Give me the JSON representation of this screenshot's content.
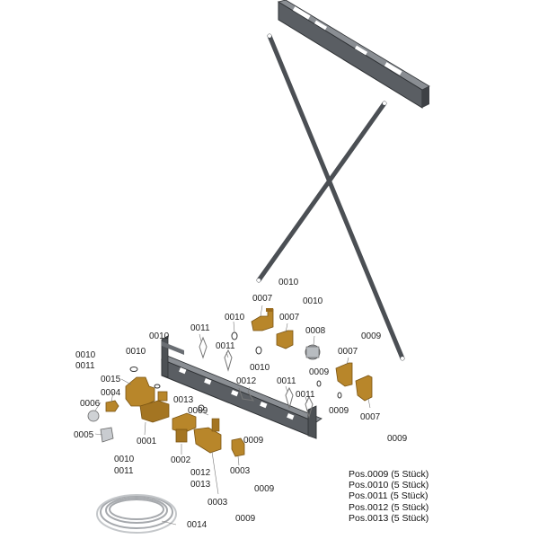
{
  "callouts": {
    "c1": "0010",
    "c2": "0007",
    "c3": "0010",
    "c4": "0011",
    "c5": "0010",
    "c6": "0007",
    "c7": "0008",
    "c8": "0009",
    "c9": "0010",
    "c10": "0010",
    "c11": "0011",
    "c12": "0010",
    "c13": "0011",
    "c14": "0010",
    "c15": "0009",
    "c16": "0007",
    "c17": "0012",
    "c18": "0011",
    "c19": "0011",
    "c20": "0015",
    "c21": "0004",
    "c22": "0013",
    "c23": "0009",
    "c24": "0009",
    "c25": "0007",
    "c26": "0006",
    "c27": "0001",
    "c28": "0005",
    "c29": "0009",
    "c30": "0002",
    "c31": "0003",
    "c32": "0010",
    "c33": "0011",
    "c34": "0012",
    "c35": "0013",
    "c36": "0009",
    "c37": "0003",
    "c38": "0014",
    "c39": "0009"
  },
  "legend": [
    "Pos.0009 (5 Stück)",
    "Pos.0010 (5 Stück)",
    "Pos.0011 (5 Stück)",
    "Pos.0012 (5 Stück)",
    "Pos.0013 (5 Stück)"
  ],
  "colors": {
    "steel": "#55595e",
    "steel_dark": "#3a3d41",
    "brass": "#b8862a",
    "brass_dark": "#8a5f17",
    "copper": "#b9bcbf"
  }
}
